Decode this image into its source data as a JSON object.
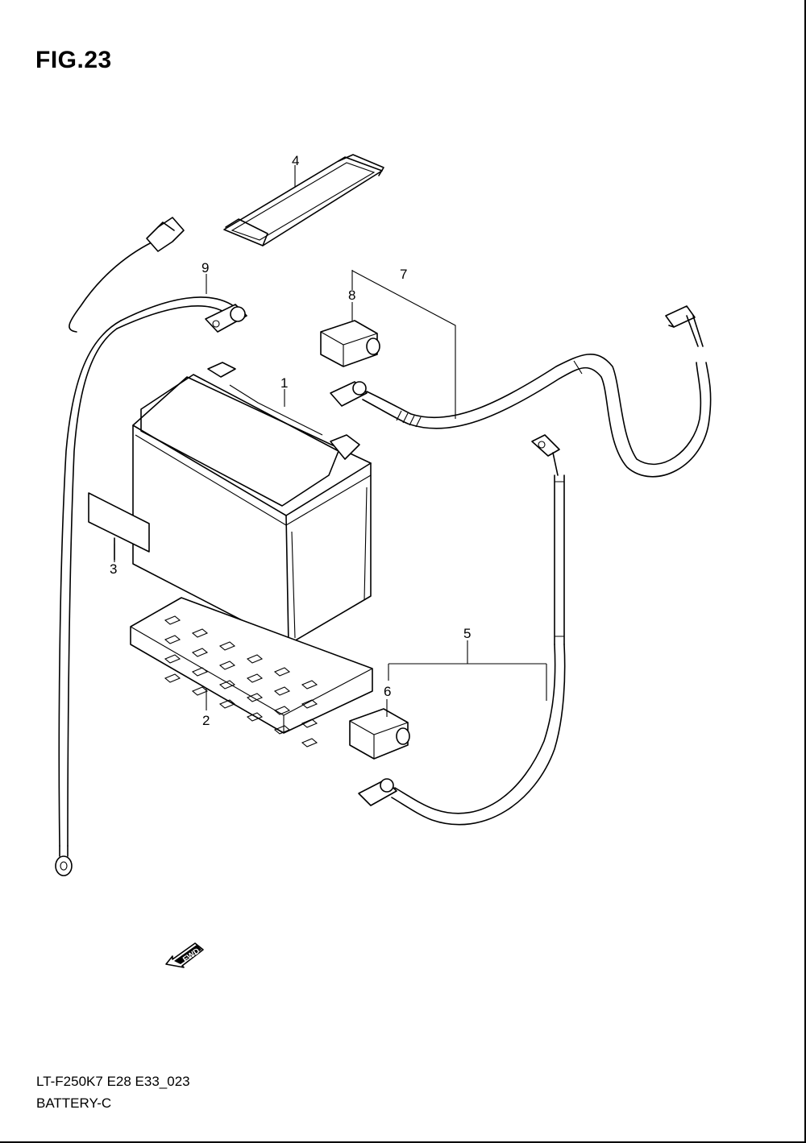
{
  "figure": {
    "title": "FIG.23",
    "code": "LT-F250K7 E28 E33_023",
    "name": "BATTERY-C"
  },
  "callouts": [
    {
      "id": "1",
      "label": "1",
      "part": "battery"
    },
    {
      "id": "2",
      "label": "2",
      "part": "battery-tray"
    },
    {
      "id": "3",
      "label": "3",
      "part": "label"
    },
    {
      "id": "4",
      "label": "4",
      "part": "battery-band"
    },
    {
      "id": "5",
      "label": "5",
      "part": "negative-lead-assembly"
    },
    {
      "id": "6",
      "label": "6",
      "part": "terminal-cover"
    },
    {
      "id": "7",
      "label": "7",
      "part": "positive-lead-assembly"
    },
    {
      "id": "8",
      "label": "8",
      "part": "terminal-cover"
    },
    {
      "id": "9",
      "label": "9",
      "part": "lead-wire"
    }
  ],
  "direction_indicator": "FWD",
  "colors": {
    "line": "#000000",
    "background": "#ffffff"
  }
}
